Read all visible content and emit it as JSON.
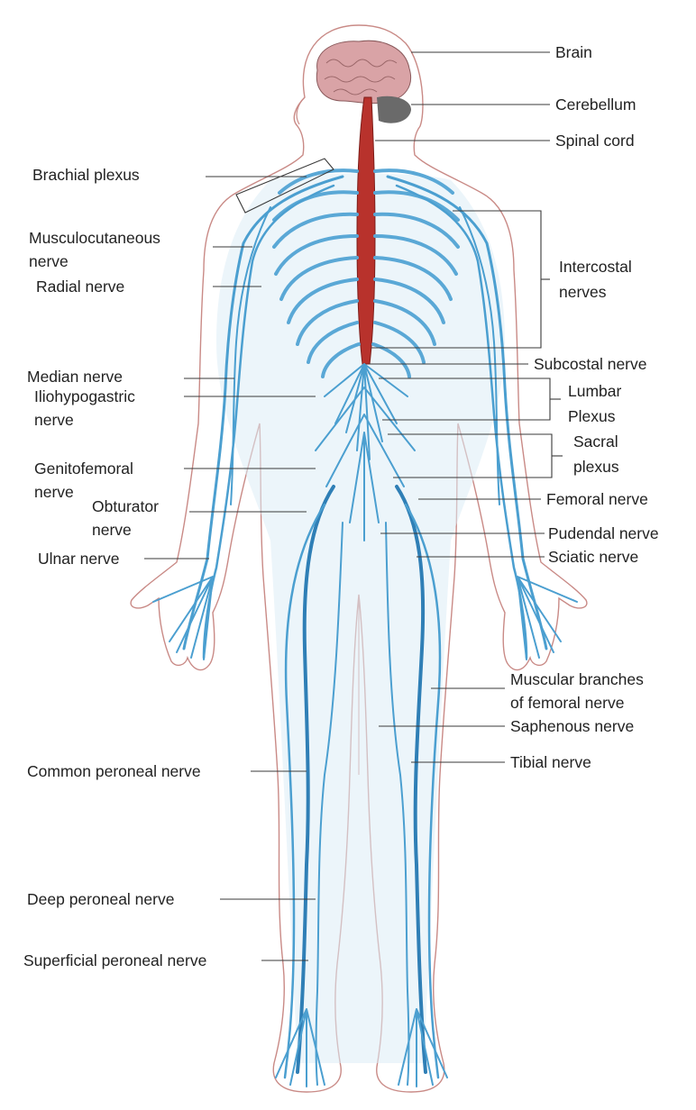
{
  "labels": {
    "brain": "Brain",
    "cerebellum": "Cerebellum",
    "spinal_cord": "Spinal cord",
    "brachial_plexus": "Brachial plexus",
    "musculocutaneous_1": "Musculocutaneous",
    "musculocutaneous_2": "nerve",
    "radial": "Radial nerve",
    "intercostal_1": "Intercostal",
    "intercostal_2": "nerves",
    "median": "Median nerve",
    "iliohypogastric_1": "Iliohypogastric",
    "iliohypogastric_2": "nerve",
    "subcostal": "Subcostal nerve",
    "lumbar_1": "Lumbar",
    "lumbar_2": "Plexus",
    "genitofemoral_1": "Genitofemoral",
    "genitofemoral_2": "nerve",
    "sacral_1": "Sacral",
    "sacral_2": "plexus",
    "obturator_1": "Obturator",
    "obturator_2": "nerve",
    "femoral": "Femoral nerve",
    "ulnar": "Ulnar nerve",
    "pudendal": "Pudendal nerve",
    "sciatic": "Sciatic nerve",
    "muscular_1": "Muscular branches",
    "muscular_2": "of femoral nerve",
    "saphenous": "Saphenous nerve",
    "common_peroneal": "Common peroneal nerve",
    "tibial": "Tibial nerve",
    "deep_peroneal": "Deep peroneal nerve",
    "superficial_peroneal": "Superficial peroneal nerve"
  },
  "colors": {
    "body_outline": "#c98a86",
    "nerve": "#4b9fd0",
    "spinal_cord": "#b8322c",
    "brain": "#d9a3a6",
    "leader_line": "#3a3a3a"
  }
}
